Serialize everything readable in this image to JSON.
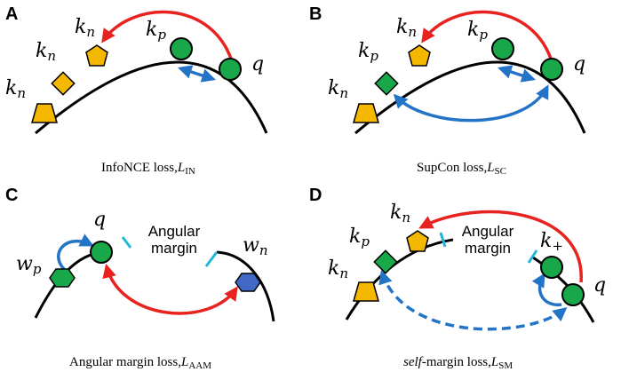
{
  "panels": [
    {
      "letter": "A",
      "caption_main": "InfoNCE loss,",
      "caption_sym": "L",
      "caption_sub": "IN"
    },
    {
      "letter": "B",
      "caption_main": "SupCon loss,",
      "caption_sym": "L",
      "caption_sub": "SC"
    },
    {
      "letter": "C",
      "caption_main": "Angular margin loss,",
      "caption_sym": "L",
      "caption_sub": "AAM"
    },
    {
      "letter": "D",
      "caption_italic": "self",
      "caption_main": "-margin loss,",
      "caption_sym": "L",
      "caption_sub": "SM"
    }
  ],
  "labels": {
    "k": "k",
    "n": "n",
    "p": "p",
    "plus": "+",
    "q": "q",
    "w": "w"
  },
  "margin_text": {
    "line1": "Angular",
    "line2": "margin"
  },
  "colors": {
    "green": "#18a84a",
    "yellow": "#f5b800",
    "blue_node": "#4169c4",
    "red_arrow": "#e8231f",
    "blue_arrow": "#2374c6",
    "cyan_tick": "#1fb8d8"
  },
  "shapes": {
    "q": "circle",
    "k_p": "circle",
    "k_n_pentagon": "pentagon",
    "k_n_diamond": "diamond",
    "k_n_trapezoid": "trapezoid",
    "w_p": "hexagon",
    "w_n": "hexagon"
  }
}
